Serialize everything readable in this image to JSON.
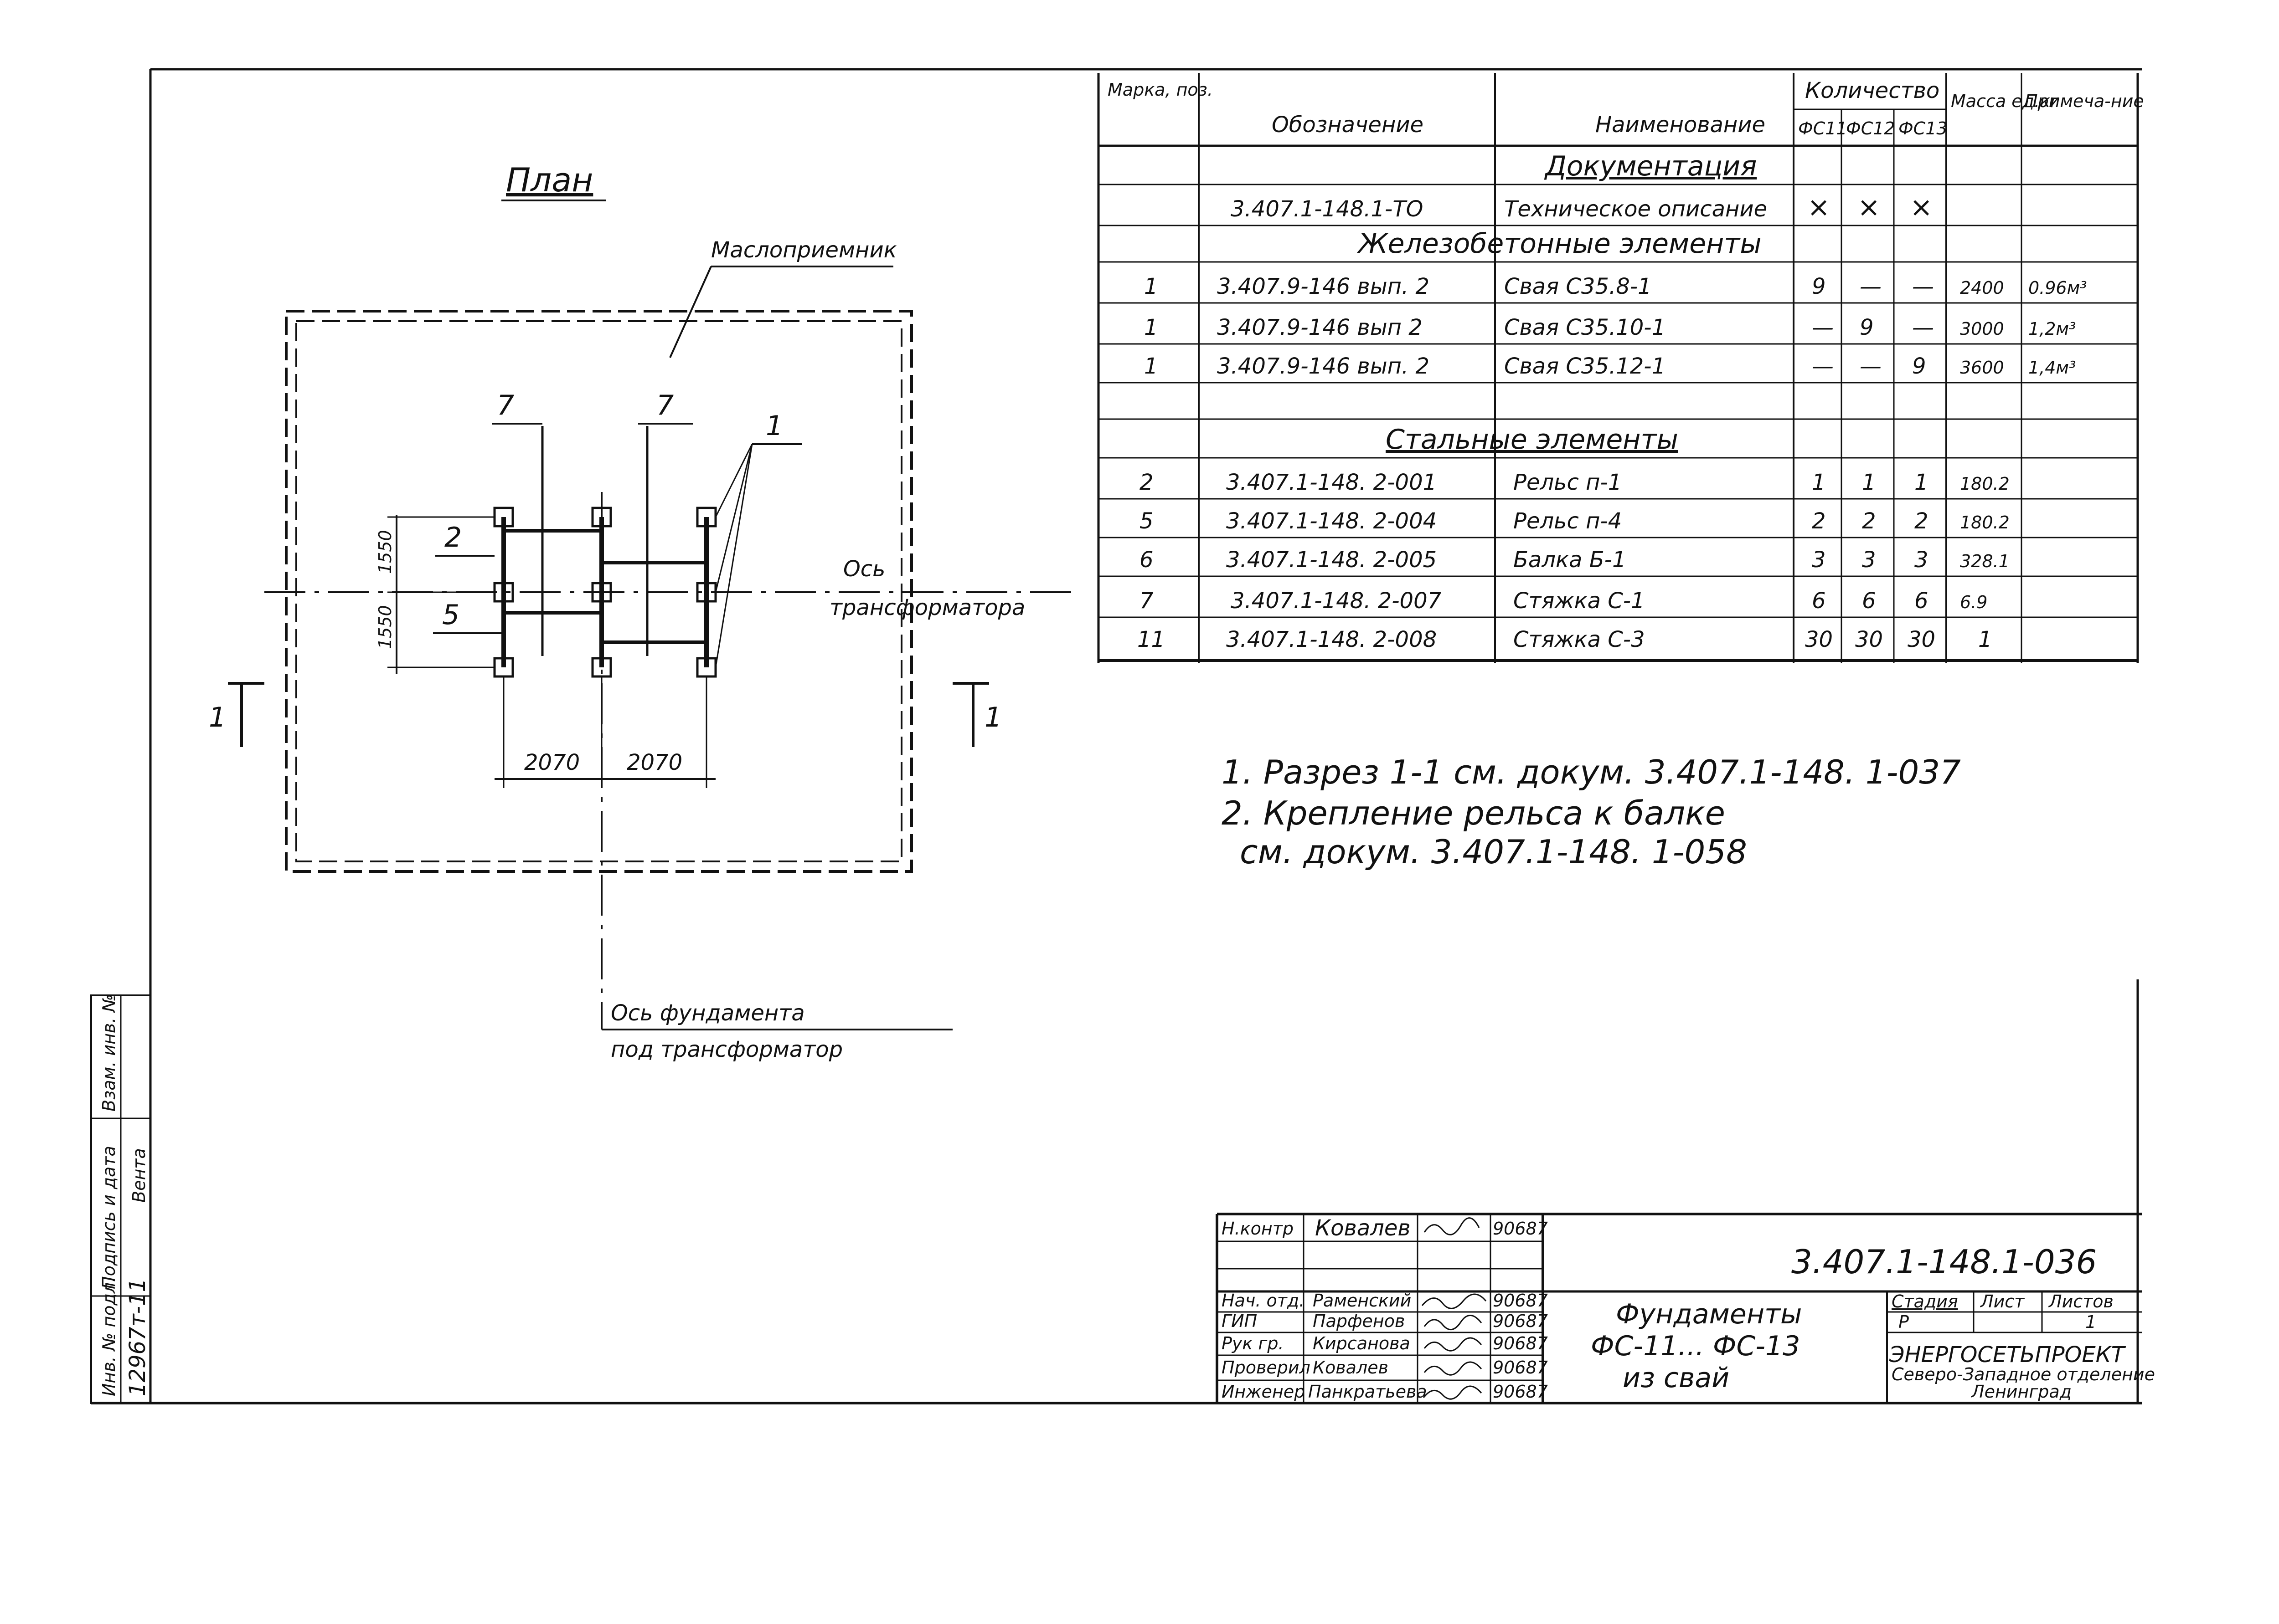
{
  "plan": {
    "title": "План",
    "oil_receiver": "Маслоприемник",
    "axis_transformer_1": "Ось",
    "axis_transformer_2": "трансформатора",
    "axis_foundation_1": "Ось фундамента",
    "axis_foundation_2": "под трансформатор",
    "dim_vertical_top": "1550",
    "dim_vertical_bottom": "1550",
    "dim_horizontal_left": "2070",
    "dim_horizontal_right": "2070",
    "leader_7a": "7",
    "leader_7b": "7",
    "leader_1": "1",
    "leader_2": "2",
    "leader_5": "5",
    "section_left": "1",
    "section_right": "1"
  },
  "spec": {
    "headers": {
      "mark": "Марка, поз.",
      "designation": "Обозначение",
      "name": "Наименование",
      "quantity": "Количество",
      "fs11": "ФС11",
      "fs12": "ФС12",
      "fs13": "ФС13",
      "mass": "Масса ед.кг",
      "note": "Примеча-ние"
    },
    "sections": {
      "documentation": "Документация",
      "rc_elements": "Железобетонные элементы",
      "steel_elements": "Стальные элементы"
    },
    "doc_row": {
      "designation": "3.407.1-148.1-ТО",
      "name": "Техническое описание",
      "q1": "×",
      "q2": "×",
      "q3": "×"
    },
    "rc_rows": [
      {
        "mark": "1",
        "designation": "3.407.9-146 вып. 2",
        "name": "Свая С35.8-1",
        "q1": "9",
        "q2": "—",
        "q3": "—",
        "mass": "2400",
        "note": "0.96м³"
      },
      {
        "mark": "1",
        "designation": "3.407.9-146 вып 2",
        "name": "Свая С35.10-1",
        "q1": "—",
        "q2": "9",
        "q3": "—",
        "mass": "3000",
        "note": "1,2м³"
      },
      {
        "mark": "1",
        "designation": "3.407.9-146 вып. 2",
        "name": "Свая С35.12-1",
        "q1": "—",
        "q2": "—",
        "q3": "9",
        "mass": "3600",
        "note": "1,4м³"
      }
    ],
    "steel_rows": [
      {
        "mark": "2",
        "designation": "3.407.1-148. 2-001",
        "name": "Рельс п-1",
        "q1": "1",
        "q2": "1",
        "q3": "1",
        "mass": "180.2",
        "note": ""
      },
      {
        "mark": "5",
        "designation": "3.407.1-148. 2-004",
        "name": "Рельс п-4",
        "q1": "2",
        "q2": "2",
        "q3": "2",
        "mass": "180.2",
        "note": ""
      },
      {
        "mark": "6",
        "designation": "3.407.1-148. 2-005",
        "name": "Балка Б-1",
        "q1": "3",
        "q2": "3",
        "q3": "3",
        "mass": "328.1",
        "note": ""
      },
      {
        "mark": "7",
        "designation": "3.407.1-148. 2-007",
        "name": "Стяжка С-1",
        "q1": "6",
        "q2": "6",
        "q3": "6",
        "mass": "6.9",
        "note": ""
      },
      {
        "mark": "11",
        "designation": "3.407.1-148. 2-008",
        "name": "Стяжка С-3",
        "q1": "30",
        "q2": "30",
        "q3": "30",
        "mass": "1",
        "note": ""
      }
    ]
  },
  "notes": {
    "n1": "1. Разрез 1-1 см. докум. 3.407.1-148. 1-037",
    "n2a": "2. Крепление рельса к балке",
    "n2b": "см. докум.    3.407.1-148. 1-058"
  },
  "title_block": {
    "doc_number": "3.407.1-148.1-036",
    "title_1": "Фундаменты",
    "title_2": "ФС-11...  ФС-13",
    "title_3": "из свай",
    "stage_label": "Стадия",
    "sheet_label": "Лист",
    "sheets_label": "Листов",
    "stage_value": "Р",
    "sheets_value": "1",
    "org_1": "ЭНЕРГОСЕТЬПРОЕКТ",
    "org_2": "Северо-Западное отделение",
    "org_3": "Ленинград",
    "signers": [
      {
        "role": "Н.контр",
        "name": "Ковалев",
        "date": "90687"
      },
      {
        "role": "Нач. отд.",
        "name": "Раменский",
        "date": "90687"
      },
      {
        "role": "ГИП",
        "name": "Парфенов",
        "date": "90687"
      },
      {
        "role": "Рук гр.",
        "name": "Кирсанова",
        "date": "90687"
      },
      {
        "role": "Проверил",
        "name": "Ковалев",
        "date": "90687"
      },
      {
        "role": "Инженер",
        "name": "Панкратьева",
        "date": "90687"
      }
    ]
  },
  "side_stamp": {
    "inv_label": "Инв. № подл.",
    "sign_label": "Подпись и дата",
    "replace_label": "Взам. инв. №",
    "inv_value": "12967т-11",
    "date_value": "Вента"
  }
}
